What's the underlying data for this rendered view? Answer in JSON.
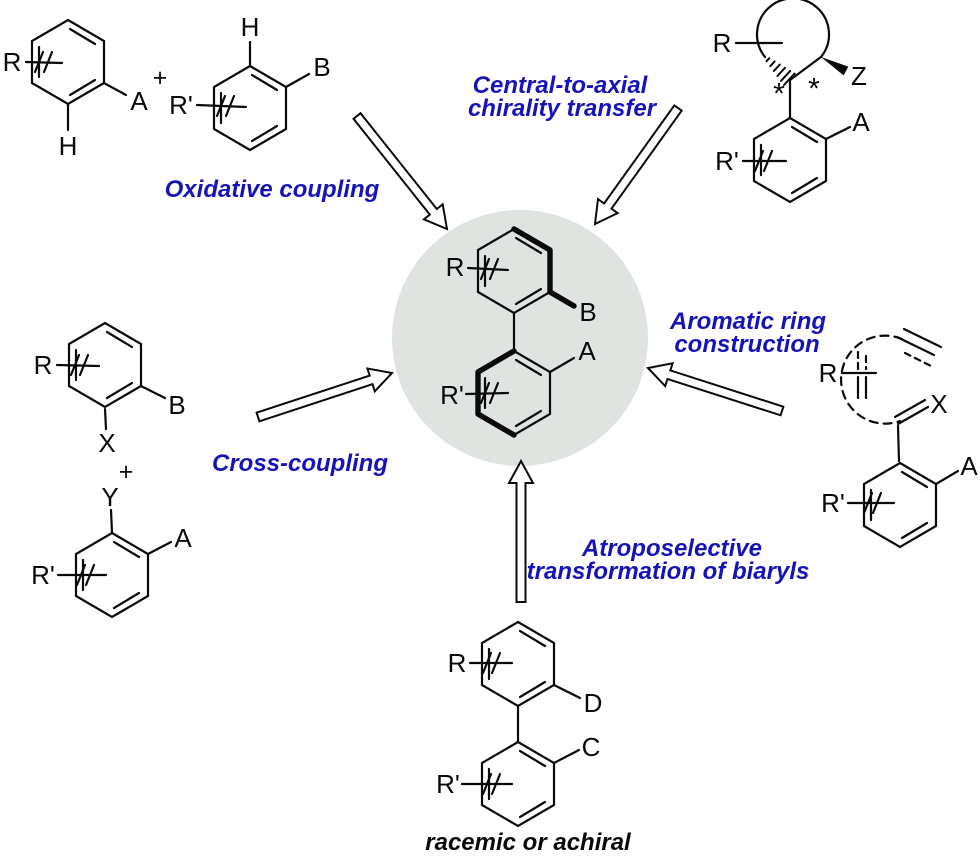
{
  "figure": {
    "accent_blue": "#1414b8",
    "circle_fill": "#dfe4e0"
  },
  "methods": {
    "oxidative_coupling": "Oxidative coupling",
    "central_to_axial_line1": "Central-to-axial",
    "central_to_axial_line2": "chirality transfer",
    "cross_coupling": "Cross-coupling",
    "aromatic_ring_line1": "Aromatic ring",
    "aromatic_ring_line2": "construction",
    "atroposelective_line1": "Atroposelective",
    "atroposelective_line2": "transformation of biaryls",
    "racemic_note": "racemic or achiral"
  },
  "structures": {
    "oxidative_partners": {
      "r": "R",
      "a": "A",
      "h_left": "H",
      "plus": "+",
      "h_right": "H",
      "b": "B",
      "r_prime": "R'"
    },
    "chirality_transfer": {
      "r": "R",
      "z": "Z",
      "star_left": "*",
      "star_right": "*",
      "a": "A",
      "r_prime": "R'"
    },
    "central_biaryl": {
      "r": "R",
      "b": "B",
      "a": "A",
      "r_prime": "R'"
    },
    "cross_coupling_partners": {
      "r": "R",
      "b": "B",
      "x": "X",
      "plus": "+",
      "y": "Y",
      "a": "A",
      "r_prime": "R'"
    },
    "ring_construction": {
      "r": "R",
      "x": "X",
      "a": "A",
      "r_prime": "R'"
    },
    "racemic_biaryl": {
      "r": "R",
      "d": "D",
      "c": "C",
      "r_prime": "R'"
    }
  }
}
